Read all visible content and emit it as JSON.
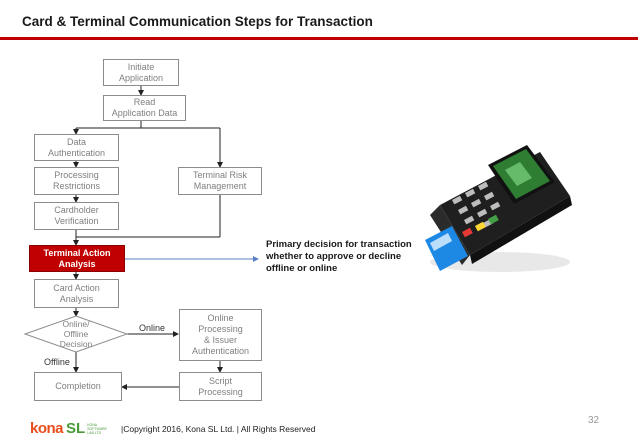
{
  "header": {
    "title": "Card & Terminal Communication Steps for Transaction"
  },
  "flow": {
    "initiate": "Initiate\nApplication",
    "read": "Read\nApplication Data",
    "data_auth": "Data\nAuthentication",
    "processing": "Processing\nRestrictions",
    "risk": "Terminal Risk\nManagement",
    "cardholder": "Cardholder\nVerification",
    "action": "Terminal Action\nAnalysis",
    "card_action": "Card Action\nAnalysis",
    "decision": "Online/\nOffline\nDecision",
    "online_proc": "Online\nProcessing\n& Issuer\nAuthentication",
    "completion": "Completion",
    "script": "Script\nProcessing",
    "online_label": "Online",
    "offline_label": "Offline"
  },
  "note": "Primary decision for transaction\nwhether to approve or decline\noffline or online",
  "footer": {
    "page": "32",
    "copyright": "|Copyright 2016, Kona SL Ltd. | All Rights Reserved",
    "logo_a": "kona",
    "logo_b": "SL",
    "logo_sub": "KONA\nSOFTWARE LAB LTD"
  },
  "colors": {
    "accent": "#c00000",
    "box_border": "#8c8c8c",
    "arrow": "#5b7fbf"
  }
}
